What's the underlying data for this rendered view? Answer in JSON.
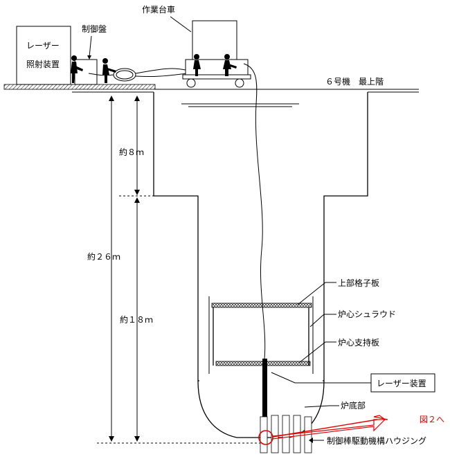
{
  "labels": {
    "laser_irradiation_line1": "レーザー",
    "laser_irradiation_line2": "照射装置",
    "control_panel": "制御盤",
    "work_cart": "作業台車",
    "unit_floor": "６号機　最上階",
    "depth_8m": "約８ｍ",
    "depth_26m": "約２６ｍ",
    "depth_18m": "約１８ｍ",
    "upper_grid_plate": "上部格子板",
    "core_shroud": "炉心シュラウド",
    "core_support_plate": "炉心支持板",
    "laser_device": "レーザー装置",
    "vessel_bottom": "炉底部",
    "to_figure_2": "図２へ",
    "crd_housing": "制御棒駆動機構ハウジング"
  },
  "colors": {
    "line": "#000000",
    "callout_red": "#e00000",
    "floor_hatch": "#000000",
    "plate_fill": "#bbbbbb",
    "laser_rod": "#000000"
  }
}
